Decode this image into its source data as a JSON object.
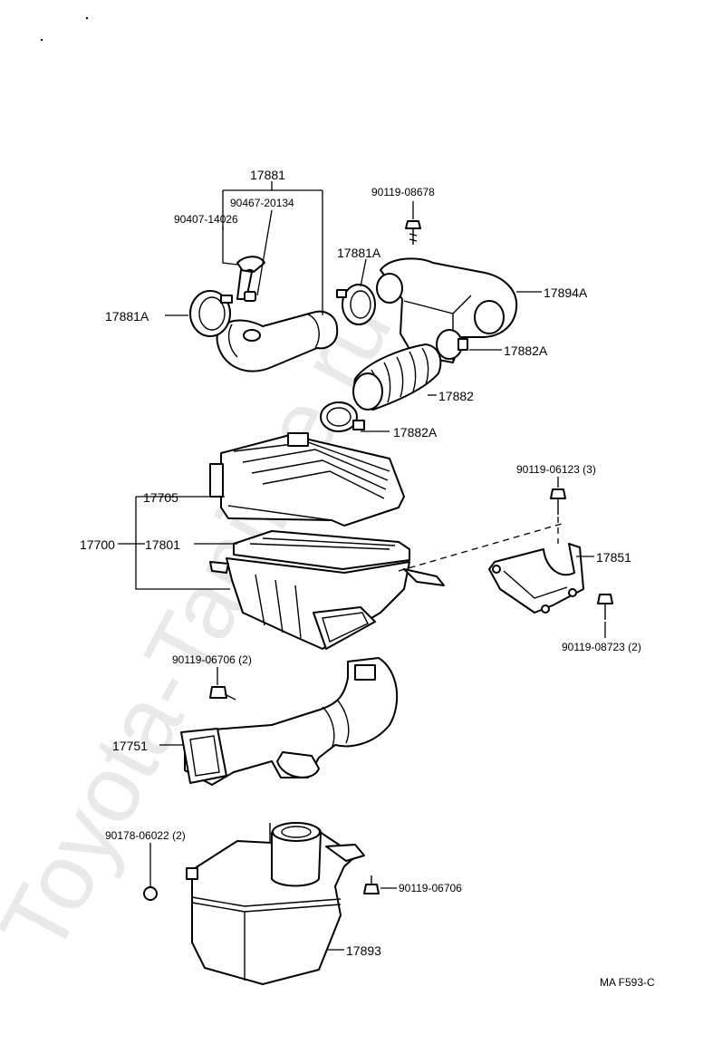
{
  "watermark": "Toyota-Tanime.ru",
  "figure_code": "MA F593-C",
  "labels": {
    "p17881": "17881",
    "p90467": "90467-20134",
    "p90407": "90407-14026",
    "p17881A_left": "17881A",
    "p17881A_right": "17881A",
    "p90119_08678": "90119-08678",
    "p17894A": "17894A",
    "p17882A_top": "17882A",
    "p17882": "17882",
    "p17882A_bottom": "17882A",
    "p17705": "17705",
    "p17700": "17700",
    "p17801": "17801",
    "p90119_06123": "90119-06123 (3)",
    "p17851": "17851",
    "p90119_08723": "90119-08723 (2)",
    "p90119_06706_2": "90119-06706 (2)",
    "p17751": "17751",
    "p90178": "90178-06022 (2)",
    "p90119_06706": "90119-06706",
    "p17893": "17893"
  }
}
